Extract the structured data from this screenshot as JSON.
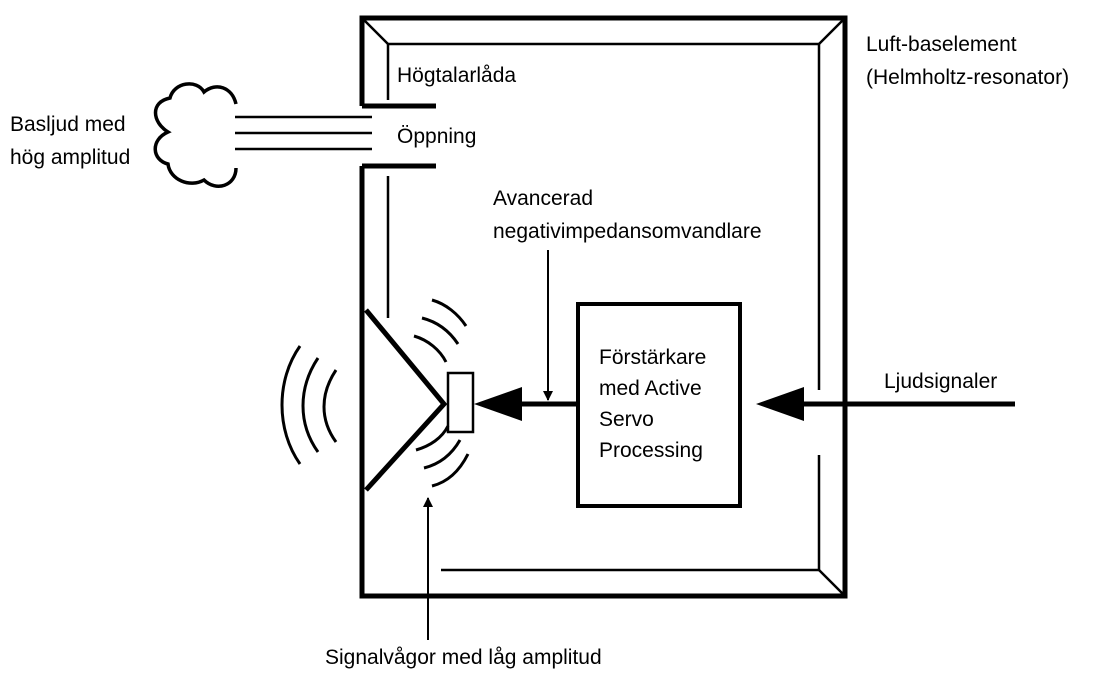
{
  "colors": {
    "stroke": "#000000",
    "background": "#ffffff"
  },
  "labels": {
    "speaker_box": "Högtalarlåda",
    "port": "Öppning",
    "element_line1": "Luft-baselement",
    "element_line2": "(Helmholtz-resonator)",
    "bass_line1": "Basljud med",
    "bass_line2": "hög amplitud",
    "converter_line1": "Avancerad",
    "converter_line2": "negativimpedansomvandlare",
    "amp_line1": "Förstärkare",
    "amp_line2": "med Active",
    "amp_line3": "Servo",
    "amp_line4": "Processing",
    "audio_in": "Ljudsignaler",
    "low_waves": "Signalvågor med låg amplitud"
  }
}
